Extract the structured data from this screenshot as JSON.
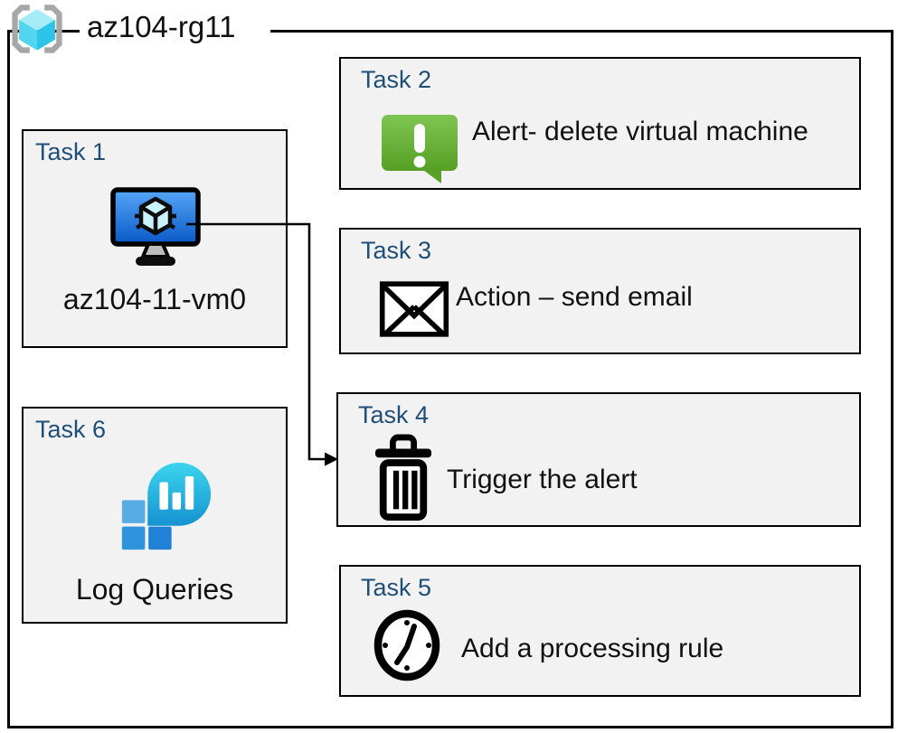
{
  "resource_group": {
    "label": "az104-rg11"
  },
  "tasks": [
    {
      "title": "Task 1",
      "label": "az104-11-vm0",
      "icon": "virtual-machine-icon"
    },
    {
      "title": "Task 2",
      "label": "Alert- delete virtual machine",
      "icon": "alert-icon"
    },
    {
      "title": "Task 3",
      "label": "Action – send email",
      "icon": "email-icon"
    },
    {
      "title": "Task 4",
      "label": "Trigger the alert",
      "icon": "trash-icon"
    },
    {
      "title": "Task 5",
      "label": "Add a processing rule",
      "icon": "clock-icon"
    },
    {
      "title": "Task 6",
      "label": "Log Queries",
      "icon": "log-queries-icon"
    }
  ],
  "connector": {
    "from": "Task 1",
    "to": "Task 4"
  },
  "colors": {
    "task-title": "#1f4e79",
    "box-fill": "#f2f2f2",
    "border": "#000000",
    "alert-green-top": "#7fc553",
    "alert-green-bottom": "#55a024",
    "vm-screen-top": "#55a7f7",
    "vm-screen-bottom": "#0a58c8",
    "vm-cube-cyan": "#c8f2fd",
    "rg-bracket-gray": "#a7a7a7",
    "rg-cube-top": "#a5ecf8",
    "rg-cube-left": "#52d5f1",
    "rg-cube-right": "#2ec4e9",
    "log-balloon-top": "#3cd5ee",
    "log-balloon-bottom": "#1692d1",
    "log-square-1": "#57ace6",
    "log-square-2": "#2f93de",
    "log-square-3": "#1f82d6"
  }
}
